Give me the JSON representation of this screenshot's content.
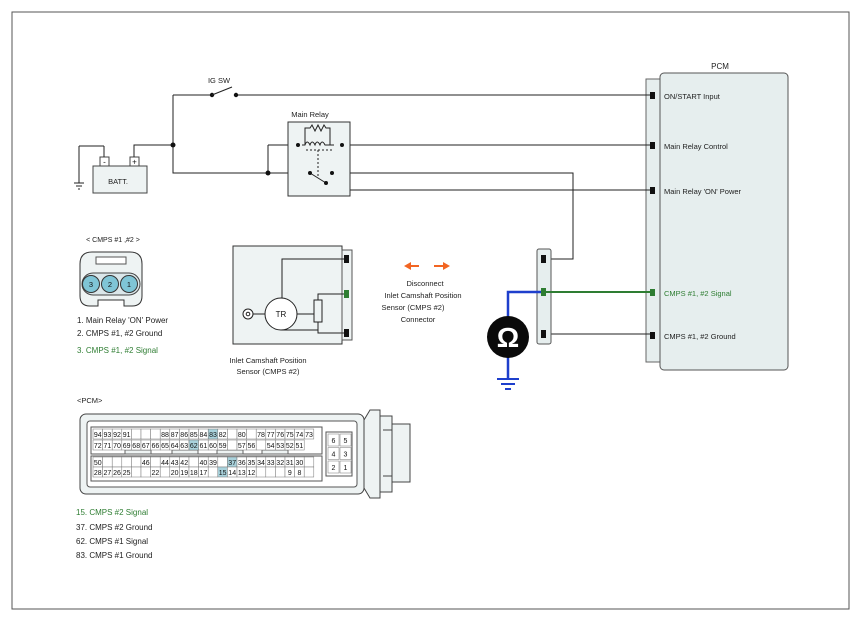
{
  "pcm": {
    "title": "PCM",
    "pins": [
      {
        "label": "ON/START Input",
        "color": "#000000"
      },
      {
        "label": "Main Relay Control",
        "color": "#000000"
      },
      {
        "label": "Main Relay 'ON' Power",
        "color": "#000000"
      },
      {
        "label": "CMPS #1, #2 Signal",
        "color": "#2e7d32"
      },
      {
        "label": "CMPS #1, #2 Ground",
        "color": "#000000"
      }
    ]
  },
  "switch_label": "IG SW",
  "relay_label": "Main Relay",
  "battery_label": "BATT.",
  "sensor": {
    "connector_title": "< CMPS #1       ,#2  >",
    "pin_numbers": [
      "3",
      "2",
      "1"
    ],
    "pin_list": [
      {
        "text": "1.   Main Relay 'ON' Power",
        "color": "#222222"
      },
      {
        "text": "2. CMPS #1, #2 Ground",
        "color": "#222222"
      },
      {
        "text": "3. CMPS #1, #2 Signal",
        "color": "#2e7d32"
      }
    ],
    "name_line1": "Inlet Camshaft Position",
    "name_line2": "Sensor (CMPS #2)",
    "tr_label": "TR"
  },
  "disconnect_note": [
    "Disconnect",
    "Inlet Camshaft Position",
    "Sensor (CMPS #2)",
    "Connector"
  ],
  "meter_symbol": "Ω",
  "pcm_connector": {
    "title": "<PCM>",
    "rows": [
      [
        "94",
        "93",
        "92",
        "91",
        "",
        "",
        "",
        "88",
        "87",
        "86",
        "85",
        "84",
        "83",
        "82",
        "",
        "80",
        "",
        "78",
        "77",
        "76",
        "75",
        "74",
        "73"
      ],
      [
        "72",
        "71",
        "70",
        "69",
        "68",
        "67",
        "66",
        "65",
        "64",
        "63",
        "62",
        "61",
        "60",
        "59",
        "",
        "57",
        "56",
        "",
        "54",
        "53",
        "52",
        "51"
      ],
      [
        "50",
        "",
        "",
        "",
        "",
        "46",
        "",
        "44",
        "43",
        "42",
        "",
        "40",
        "39",
        "",
        "37",
        "36",
        "35",
        "34",
        "33",
        "32",
        "31",
        "30",
        "",
        ""
      ],
      [
        "28",
        "27",
        "26",
        "25",
        "",
        "",
        "22",
        "",
        "20",
        "19",
        "18",
        "17",
        "",
        "15",
        "14",
        "13",
        "12",
        "",
        "",
        "",
        "9",
        "8",
        "",
        ""
      ]
    ],
    "side_pins": [
      "6",
      "5",
      "4",
      "3",
      "2",
      "1"
    ],
    "highlight_pins": [
      "83",
      "62",
      "37",
      "15"
    ],
    "highlight_color": "#a9d2dc",
    "pin_list": [
      {
        "text": "15. CMPS #2 Signal",
        "color": "#2e7d32"
      },
      {
        "text": "37. CMPS #2 Ground",
        "color": "#222222"
      },
      {
        "text": "62. CMPS #1 Signal",
        "color": "#222222"
      },
      {
        "text": "83. CMPS #1 Ground",
        "color": "#222222"
      }
    ]
  },
  "colors": {
    "wire": "#222222",
    "meter_lead": "#1e3fcc",
    "signal_green": "#2e7d32",
    "arrow_orange": "#f26522",
    "pcm_fill": "#e6eeee",
    "sensor_fill": "#eef3f3",
    "pin_fill": "#7fc5d6"
  }
}
